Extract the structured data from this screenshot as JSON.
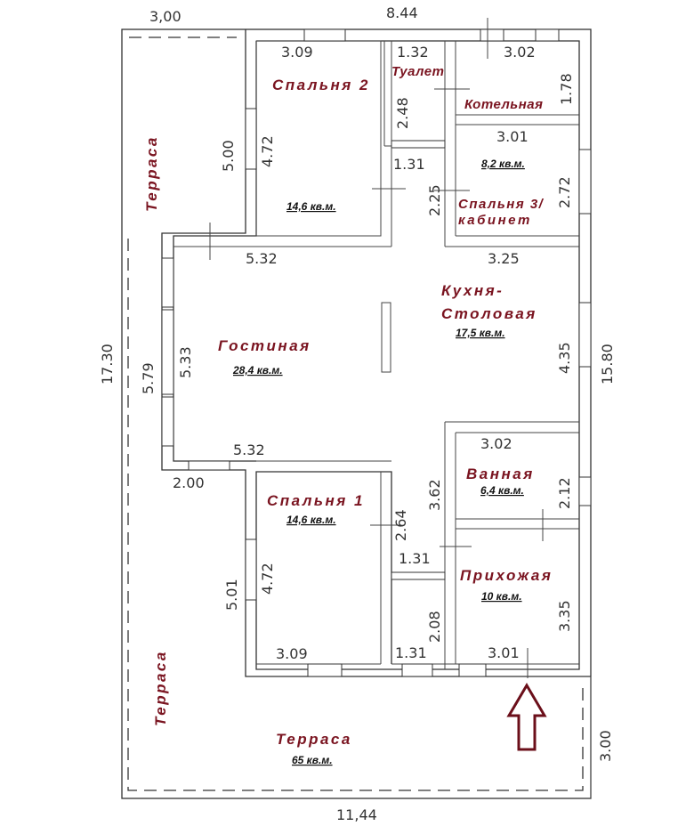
{
  "dimensions": {
    "top_left": "3,00",
    "top_total": "8.44",
    "bottom_total": "11,44",
    "left_total": "17.30",
    "right_total": "15.80",
    "right_bottom": "3.00",
    "bedroom2_width": "3.09",
    "toilet_width": "1.32",
    "boiler_width": "3.02",
    "boiler_height": "1.78",
    "bedroom2_outer": "5.00",
    "bedroom2_height": "4.72",
    "toilet_height": "2.48",
    "corridor_top": "1.31",
    "bedroom3_width": "3.01",
    "bedroom3_corr": "2.25",
    "bedroom3_height": "2.72",
    "living_top": "5.32",
    "kitchen_width": "3.25",
    "living_outer": "5.79",
    "living_height": "5.33",
    "kitchen_height": "4.35",
    "living_bottom": "5.32",
    "bath_width": "3.02",
    "ledge": "2.00",
    "hall_corr": "3.62",
    "bedroom1_door": "2.64",
    "bath_height": "2.12",
    "corridor_bottom": "1.31",
    "bedroom1_outer": "5.01",
    "bedroom1_height": "4.72",
    "hall_lower": "2.08",
    "hall_height": "3.35",
    "bedroom1_width": "3.09",
    "corridor_entry": "1.31",
    "hall_width": "3.01"
  },
  "rooms": {
    "bedroom2": {
      "name": "Спальня 2",
      "area": "14,6 кв.м."
    },
    "toilet": {
      "name": "Туалет"
    },
    "boiler": {
      "name": "Котельная"
    },
    "bedroom3": {
      "name_line1": "Спальня 3/",
      "name_line2": "кабинет",
      "area": "8,2 кв.м."
    },
    "kitchen": {
      "name_line1": "Кухня-",
      "name_line2": "Столовая",
      "area": "17,5 кв.м."
    },
    "living": {
      "name": "Гостиная",
      "area": "28,4 кв.м."
    },
    "bathroom": {
      "name": "Ванная",
      "area": "6,4 кв.м."
    },
    "bedroom1": {
      "name": "Спальня 1",
      "area": "14,6 кв.м."
    },
    "hallway": {
      "name": "Прихожая",
      "area": "10 кв.м."
    },
    "terrace_left_top": {
      "name": "Терраса"
    },
    "terrace_left_bottom": {
      "name": "Терраса"
    },
    "terrace_bottom": {
      "name": "Терраса",
      "area": "65 кв.м."
    }
  },
  "colors": {
    "label": "#7a1420",
    "entrance_arrow": "#6b0f1a",
    "line": "#333333"
  },
  "icons": {
    "entrance": "entrance-arrow-icon"
  }
}
